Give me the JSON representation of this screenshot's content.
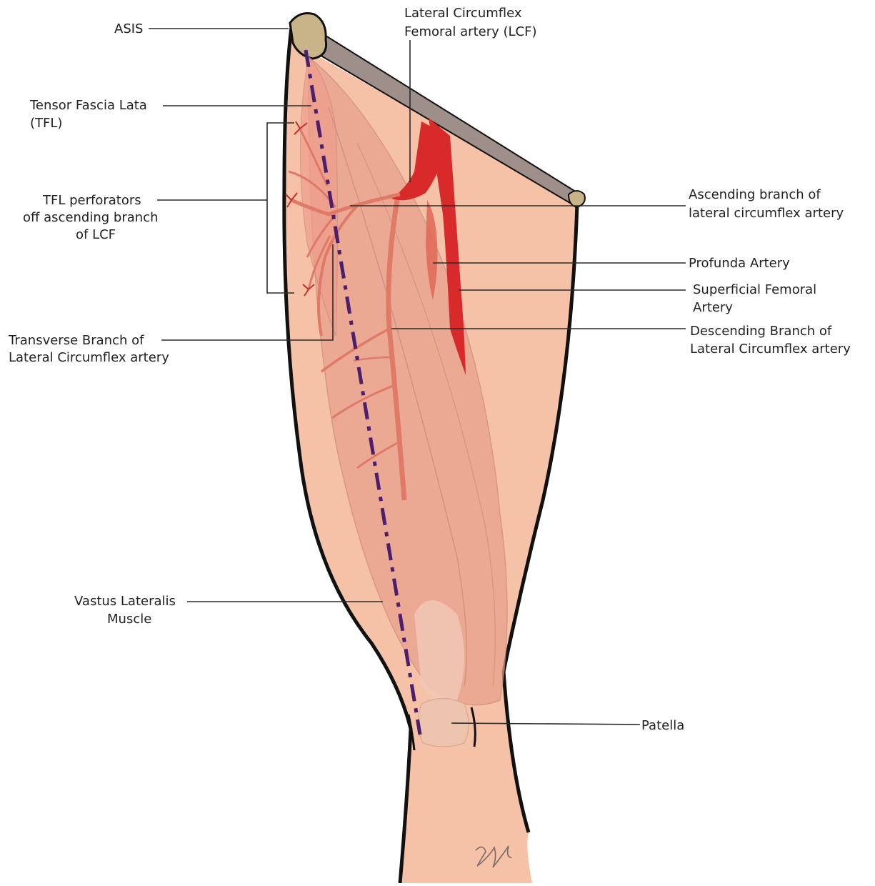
{
  "labels": {
    "asis": "ASIS",
    "lcf_line1": "Lateral Circumflex",
    "lcf_line2": "Femoral artery (LCF)",
    "tfl_line1": "Tensor Fascia Lata",
    "tfl_line2": "(TFL)",
    "tfl_perf_line1": "TFL perforators",
    "tfl_perf_line2": "off ascending branch",
    "tfl_perf_line3": "of LCF",
    "transverse_line1": "Transverse Branch of",
    "transverse_line2": "Lateral Circumflex artery",
    "vastus_line1": "Vastus Lateralis",
    "vastus_line2": "Muscle",
    "ascending_line1": "Ascending branch of",
    "ascending_line2": "lateral circumflex artery",
    "profunda": "Profunda Artery",
    "sfa_line1": "Superficial Femoral",
    "sfa_line2": "Artery",
    "descending_line1": "Descending Branch of",
    "descending_line2": "Lateral Circumflex artery",
    "patella": "Patella"
  },
  "colors": {
    "skin": "#f5c2a7",
    "muscle": "#e8a08c",
    "artery": "#d82a2a",
    "vessel_branch": "#e07a68",
    "dashed_line": "#4b1f6e",
    "bone": "#c9b48a",
    "ligament": "#9e8f8a",
    "outline": "#111111"
  }
}
